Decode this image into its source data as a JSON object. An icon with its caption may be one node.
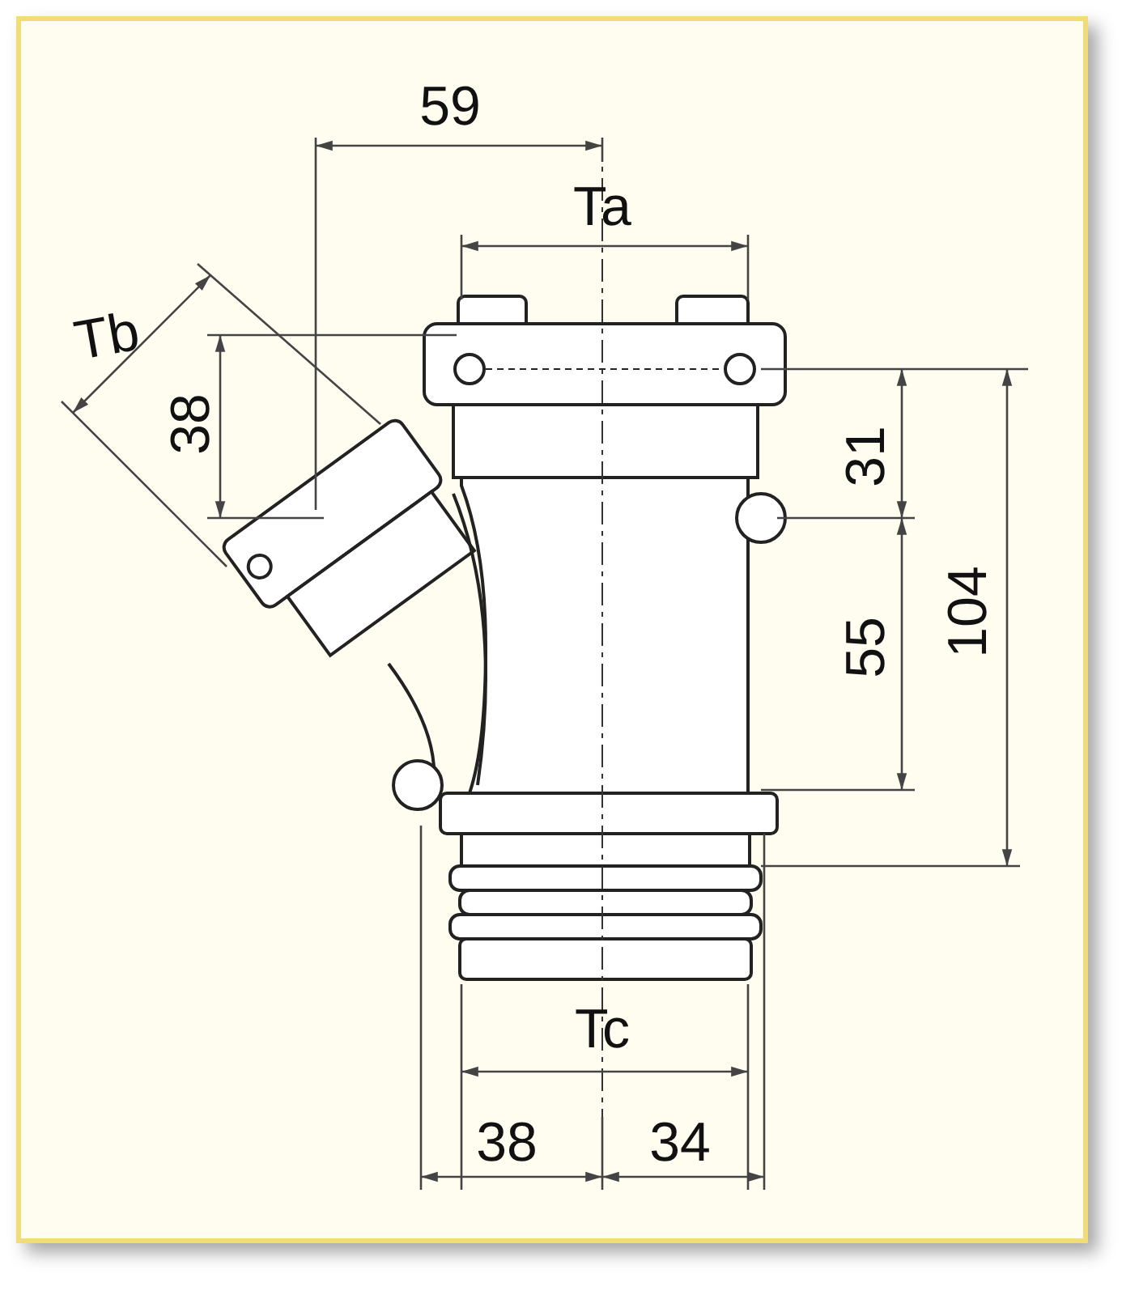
{
  "diagram": {
    "labels": [
      "59",
      "Ta",
      "Tb",
      "38",
      "31",
      "55",
      "104",
      "Tc",
      "38",
      "34"
    ]
  }
}
